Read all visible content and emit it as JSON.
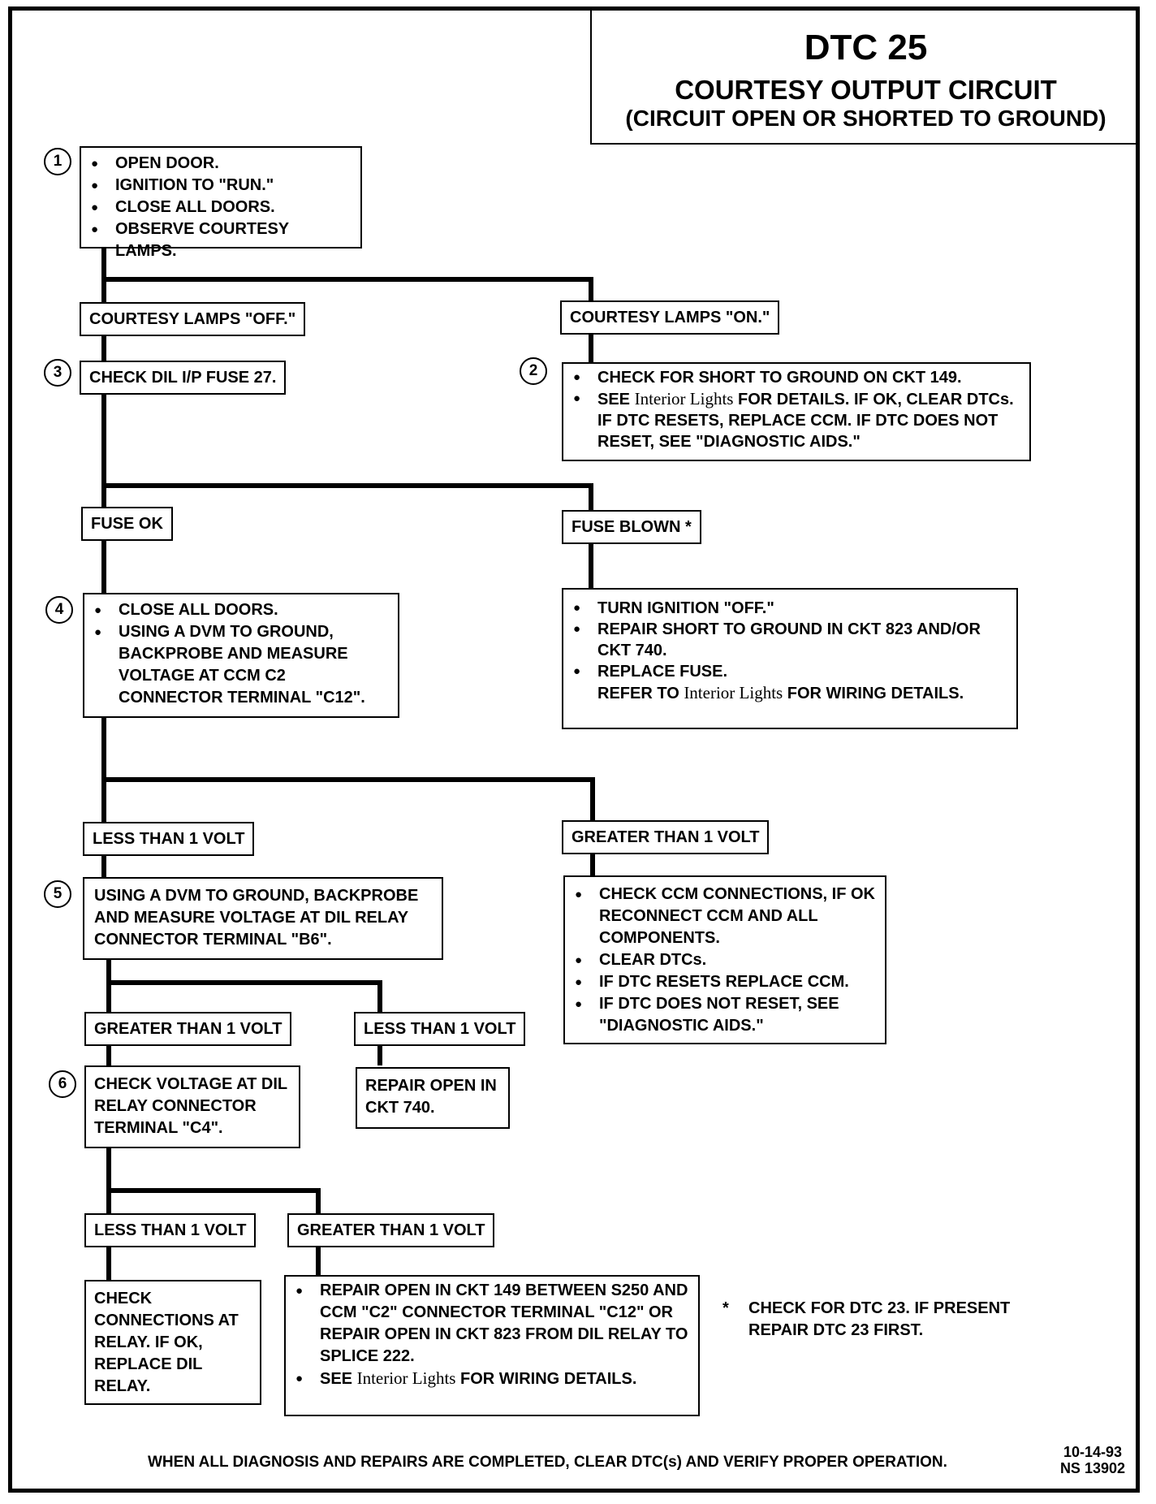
{
  "title": {
    "dtc": "DTC 25",
    "name": "COURTESY OUTPUT CIRCUIT",
    "condition": "(CIRCUIT OPEN OR SHORTED TO GROUND)"
  },
  "steps": {
    "s1": "1",
    "s2": "2",
    "s3": "3",
    "s4": "4",
    "s5": "5",
    "s6": "6"
  },
  "step1": {
    "items": [
      "OPEN DOOR.",
      "IGNITION TO \"RUN.\"",
      "CLOSE ALL DOORS.",
      "OBSERVE COURTESY LAMPS."
    ]
  },
  "labels": {
    "lamps_off": "COURTESY LAMPS \"OFF.\"",
    "lamps_on": "COURTESY LAMPS \"ON.\"",
    "fuse_ok": "FUSE OK",
    "fuse_blown": "FUSE BLOWN *",
    "less1_a": "LESS THAN 1 VOLT",
    "greater1_a": "GREATER THAN 1 VOLT",
    "greater1_b": "GREATER THAN 1 VOLT",
    "less1_b": "LESS THAN 1 VOLT",
    "less1_c": "LESS THAN 1 VOLT",
    "greater1_c": "GREATER THAN 1 VOLT"
  },
  "step3": {
    "text": "CHECK DIL I/P FUSE 27."
  },
  "step2": {
    "item1": "CHECK FOR SHORT TO GROUND ON CKT 149.",
    "item2_pre": "SEE ",
    "item2_ref": "Interior Lights",
    "item2_post": " FOR DETAILS. IF OK, CLEAR DTCs. IF DTC RESETS, REPLACE CCM. IF DTC DOES NOT RESET, SEE \"DIAGNOSTIC AIDS.\""
  },
  "step4": {
    "items": [
      "CLOSE ALL DOORS.",
      "USING A DVM TO GROUND, BACKPROBE AND MEASURE VOLTAGE AT CCM C2 CONNECTOR TERMINAL \"C12\"."
    ]
  },
  "fuse_blown_action": {
    "item1": "TURN IGNITION \"OFF.\"",
    "item2": "REPAIR SHORT TO GROUND IN CKT 823 AND/OR CKT 740.",
    "item3": "REPLACE FUSE.",
    "item3_pre": "REFER TO ",
    "item3_ref": "Interior Lights",
    "item3_post": " FOR WIRING DETAILS."
  },
  "step5": {
    "text": "USING A DVM TO GROUND, BACKPROBE AND MEASURE VOLTAGE AT DIL RELAY CONNECTOR TERMINAL \"B6\"."
  },
  "greater1_action": {
    "items": [
      "CHECK CCM CONNECTIONS, IF OK RECONNECT CCM AND ALL COMPONENTS.",
      "CLEAR DTCs.",
      "IF DTC RESETS REPLACE CCM.",
      "IF DTC DOES NOT RESET, SEE \"DIAGNOSTIC AIDS.\""
    ]
  },
  "repair740": {
    "text": "REPAIR OPEN IN CKT 740."
  },
  "step6": {
    "text": "CHECK VOLTAGE AT DIL RELAY CONNECTOR TERMINAL \"C4\"."
  },
  "check_relay": {
    "text": "CHECK CONNECTIONS AT RELAY. IF OK, REPLACE DIL RELAY."
  },
  "repair149": {
    "item1": "REPAIR OPEN IN CKT 149 BETWEEN S250 AND CCM \"C2\" CONNECTOR TERMINAL \"C12\" OR REPAIR OPEN IN CKT 823 FROM DIL RELAY TO SPLICE 222.",
    "item2_pre": "SEE ",
    "item2_ref": "Interior Lights",
    "item2_post": " FOR WIRING DETAILS."
  },
  "footnote": {
    "mark": "*",
    "text": "CHECK FOR DTC 23. IF PRESENT REPAIR DTC 23 FIRST."
  },
  "footer": {
    "text": "WHEN ALL DIAGNOSIS AND REPAIRS ARE COMPLETED, CLEAR DTC(s) AND VERIFY PROPER OPERATION.",
    "date": "10-14-93",
    "code": "NS 13902"
  }
}
